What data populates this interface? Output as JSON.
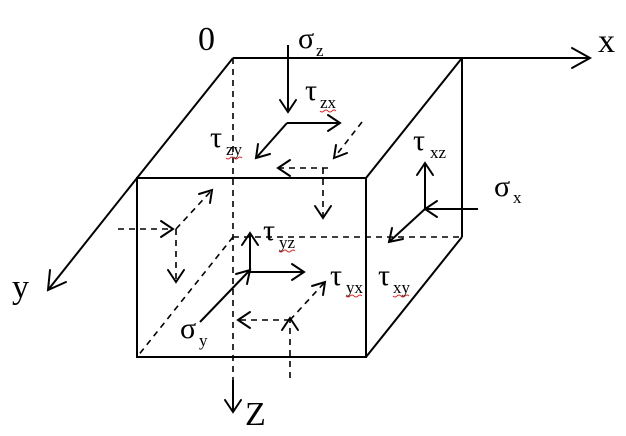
{
  "axes": {
    "origin": "0",
    "x": "x",
    "y": "y",
    "z": "Z"
  },
  "stresses": {
    "sigma_z": {
      "sym": "σ",
      "sub": "z"
    },
    "tau_zx": {
      "sym": "τ",
      "sub": "zx"
    },
    "tau_zy": {
      "sym": "τ",
      "sub": "zy"
    },
    "tau_xz": {
      "sym": "τ",
      "sub": "xz"
    },
    "sigma_x": {
      "sym": "σ",
      "sub": "x"
    },
    "tau_yz": {
      "sym": "τ",
      "sub": "yz"
    },
    "tau_yx": {
      "sym": "τ",
      "sub": "yx"
    },
    "tau_xy": {
      "sym": "τ",
      "sub": "xy"
    },
    "sigma_y": {
      "sym": "σ",
      "sub": "y"
    }
  }
}
